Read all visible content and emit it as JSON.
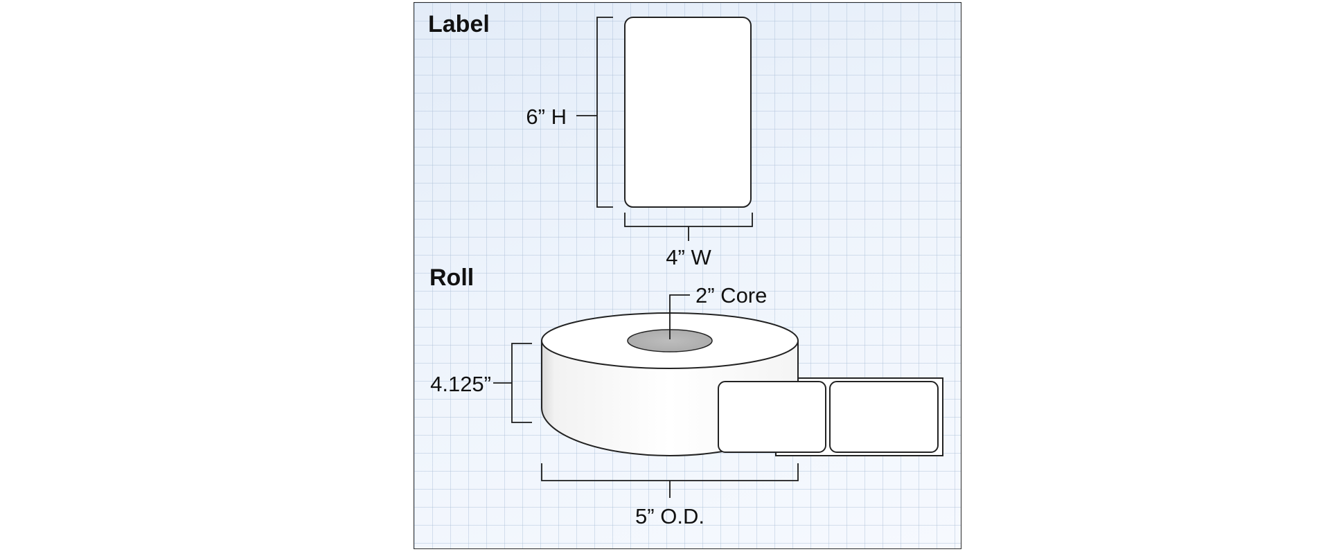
{
  "label_section": {
    "title": "Label",
    "height_text": "6” H",
    "width_text": "4” W"
  },
  "roll_section": {
    "title": "Roll",
    "core_text": "2” Core",
    "width_text": "4.125”",
    "diameter_text": "5” O.D."
  },
  "colors": {
    "panel_background": "#eaf1fb",
    "grid_line": "#aabed7",
    "panel_border": "#2a2a2a",
    "label_fill": "#ffffff",
    "core_fill": "#c9c9c9",
    "text": "#111111"
  }
}
